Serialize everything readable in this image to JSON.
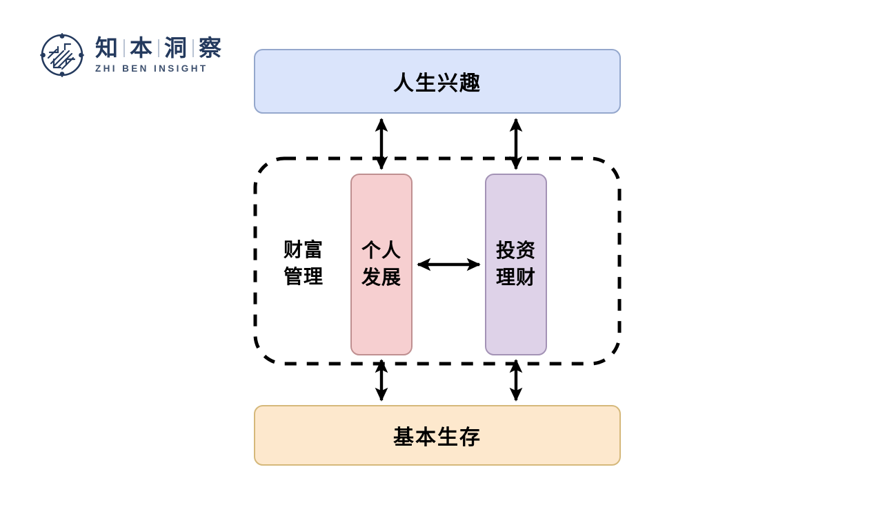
{
  "brand": {
    "logo_icon": "circular-circuit-emblem",
    "name_cn_chars": [
      "知",
      "本",
      "洞",
      "察"
    ],
    "name_en": "ZHI BEN INSIGHT",
    "color": "#243a5e"
  },
  "diagram": {
    "type": "hierarchy-relationship",
    "nodes": [
      {
        "id": "life-interest",
        "label": "人生兴趣",
        "fill": "#dae4fb",
        "stroke": "#94a7cc",
        "shape": "rounded-rect",
        "layer": "top"
      },
      {
        "id": "personal-development",
        "label": "个人\n发展",
        "label_lines": [
          "个人",
          "发展"
        ],
        "fill": "#f6cfd0",
        "stroke": "#bf8f90",
        "shape": "rounded-rect-vertical",
        "layer": "middle"
      },
      {
        "id": "investment-finance",
        "label": "投资\n理财",
        "label_lines": [
          "投资",
          "理财"
        ],
        "fill": "#ded2e8",
        "stroke": "#a392b5",
        "shape": "rounded-rect-vertical",
        "layer": "middle"
      },
      {
        "id": "basic-survival",
        "label": "基本生存",
        "fill": "#fde8cd",
        "stroke": "#d5b87a",
        "shape": "rounded-rect",
        "layer": "bottom"
      }
    ],
    "group": {
      "id": "wealth-management",
      "label_lines": [
        "财富",
        "管理"
      ],
      "border_style": "dashed",
      "stroke": "#000000"
    },
    "edges": [
      {
        "from": "life-interest",
        "to": "personal-development",
        "style": "double-arrow-vertical"
      },
      {
        "from": "life-interest",
        "to": "investment-finance",
        "style": "double-arrow-vertical"
      },
      {
        "from": "personal-development",
        "to": "investment-finance",
        "style": "double-arrow-horizontal"
      },
      {
        "from": "personal-development",
        "to": "basic-survival",
        "style": "double-arrow-vertical"
      },
      {
        "from": "investment-finance",
        "to": "basic-survival",
        "style": "double-arrow-vertical"
      }
    ]
  }
}
